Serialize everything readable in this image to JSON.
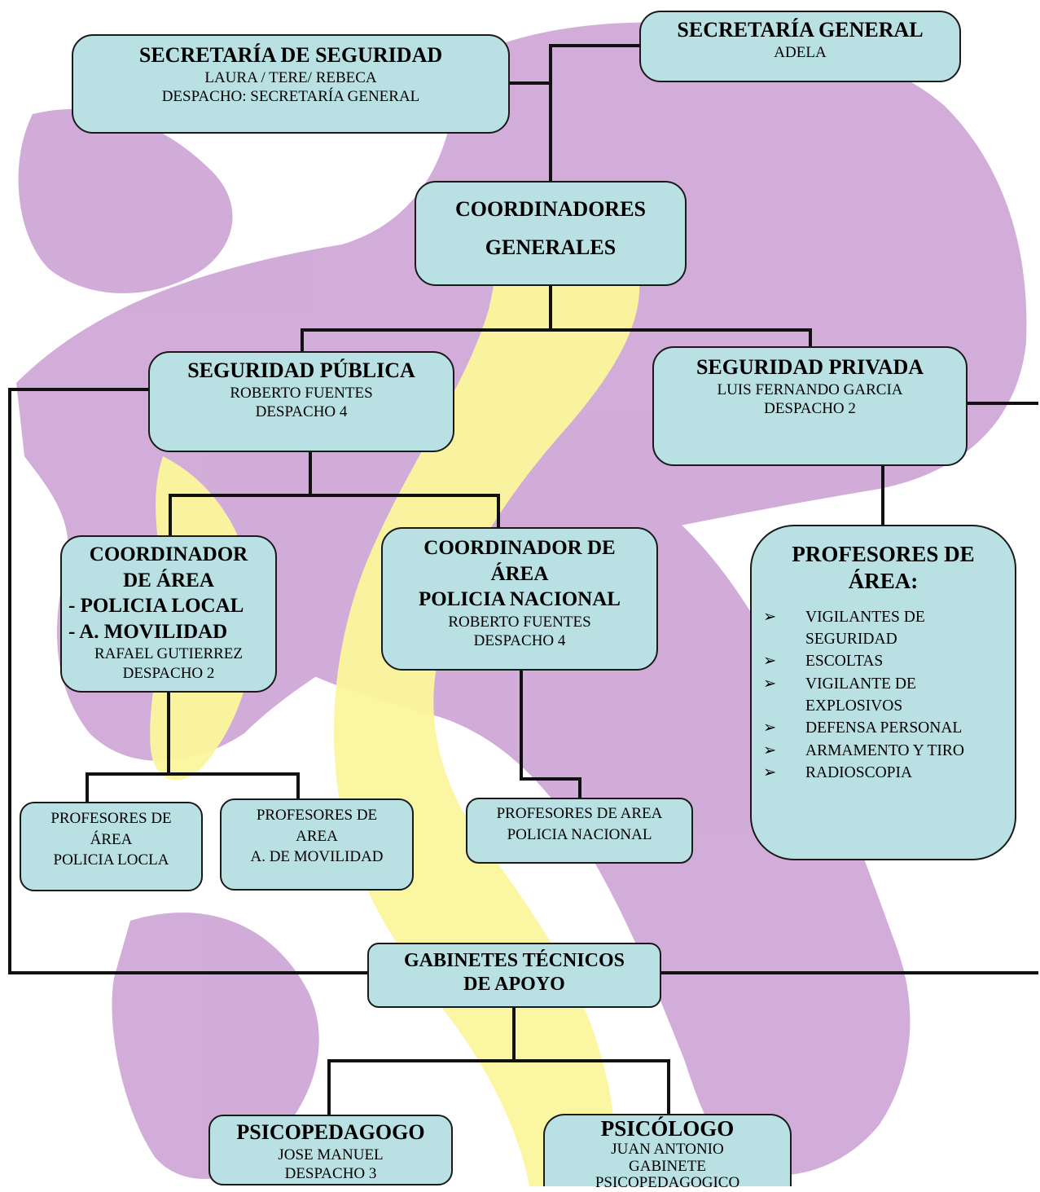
{
  "colors": {
    "box_fill": "#b9e0e3",
    "border": "#1a1a1a",
    "watermark_purple": "#cfa6d6",
    "watermark_yellow": "#fbf59c"
  },
  "watermark": {
    "icon": "brush-stroke-x-logo"
  },
  "nodes": {
    "secretaria_seguridad": {
      "title": "SECRETARÍA DE SEGURIDAD",
      "lines": [
        "LAURA / TERE/ REBECA",
        "DESPACHO: SECRETARÍA GENERAL"
      ]
    },
    "secretaria_general": {
      "title": "SECRETARÍA GENERAL",
      "lines": [
        "ADELA"
      ]
    },
    "coordinadores_generales": {
      "title_lines": [
        "COORDINADORES",
        "GENERALES"
      ]
    },
    "seguridad_publica": {
      "title": "SEGURIDAD PÚBLICA",
      "lines": [
        "ROBERTO FUENTES",
        "DESPACHO 4"
      ]
    },
    "seguridad_privada": {
      "title": "SEGURIDAD PRIVADA",
      "lines": [
        "LUIS FERNANDO GARCIA",
        "DESPACHO 2"
      ]
    },
    "coord_policia_local": {
      "title_lines": [
        "COORDINADOR",
        "DE ÁREA",
        "- POLICIA LOCAL",
        "- A. MOVILIDAD"
      ],
      "lines": [
        "RAFAEL GUTIERREZ",
        "DESPACHO 2"
      ]
    },
    "coord_policia_nacional": {
      "title_lines": [
        "COORDINADOR DE",
        "ÁREA",
        "POLICIA NACIONAL"
      ],
      "lines": [
        "ROBERTO FUENTES",
        "DESPACHO 4"
      ]
    },
    "profesores_privada": {
      "title_lines": [
        "PROFESORES DE",
        "ÁREA:"
      ],
      "bullet_icon": "arrow-bullet-icon",
      "bullet_glyph": "➢",
      "items": [
        "VIGILANTES DE SEGURIDAD",
        "ESCOLTAS",
        "VIGILANTE DE EXPLOSIVOS",
        "DEFENSA PERSONAL",
        "ARMAMENTO Y TIRO",
        "RADIOSCOPIA"
      ]
    },
    "prof_policia_local": {
      "lines": [
        "PROFESORES DE",
        "ÁREA",
        "POLICIA LOCLA"
      ]
    },
    "prof_movilidad": {
      "lines": [
        "PROFESORES DE",
        "AREA",
        "A. DE MOVILIDAD"
      ]
    },
    "prof_policia_nacional": {
      "lines": [
        "PROFESORES DE AREA",
        "POLICIA NACIONAL"
      ]
    },
    "gabinetes": {
      "title_lines": [
        "GABINETES TÉCNICOS",
        "DE APOYO"
      ]
    },
    "psicopedagogo": {
      "title": "PSICOPEDAGOGO",
      "lines": [
        "JOSE MANUEL",
        "DESPACHO 3"
      ]
    },
    "psicologo": {
      "title": "PSICÓLOGO",
      "lines": [
        "JUAN ANTONIO",
        "GABINETE",
        "PSICOPEDAGOGICO"
      ]
    }
  }
}
